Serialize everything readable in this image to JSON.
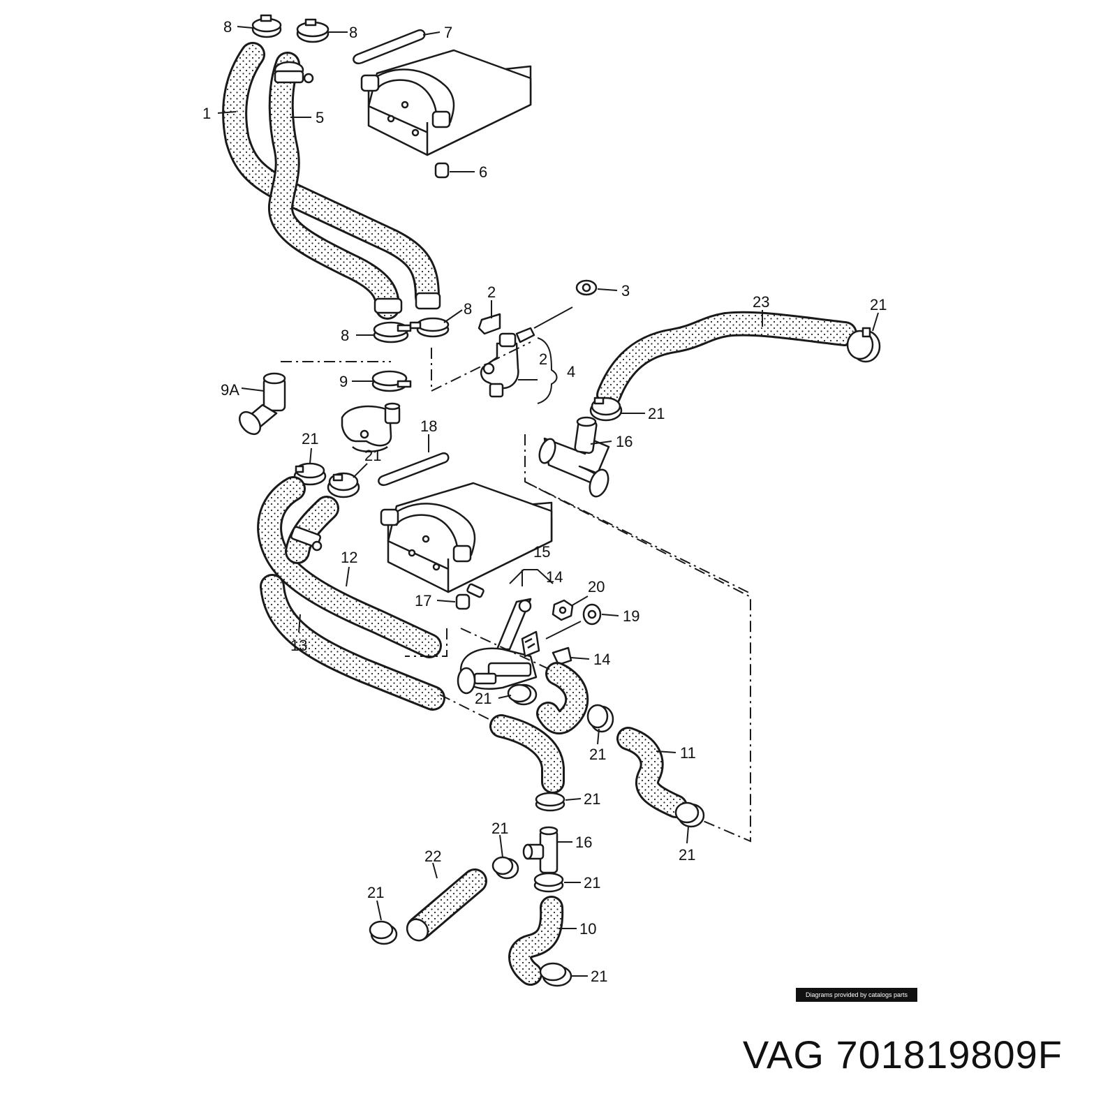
{
  "diagram": {
    "callouts": [
      {
        "id": "c8a",
        "text": "8"
      },
      {
        "id": "c8b",
        "text": "8"
      },
      {
        "id": "c7",
        "text": "7"
      },
      {
        "id": "c1",
        "text": "1"
      },
      {
        "id": "c5",
        "text": "5"
      },
      {
        "id": "c6",
        "text": "6"
      },
      {
        "id": "c3",
        "text": "3"
      },
      {
        "id": "c2a",
        "text": "2"
      },
      {
        "id": "c8c",
        "text": "8"
      },
      {
        "id": "c8d",
        "text": "8"
      },
      {
        "id": "c23",
        "text": "23"
      },
      {
        "id": "c21a",
        "text": "21"
      },
      {
        "id": "c2b",
        "text": "2"
      },
      {
        "id": "c4",
        "text": "4"
      },
      {
        "id": "c9a",
        "text": "9A"
      },
      {
        "id": "c9",
        "text": "9"
      },
      {
        "id": "c21b",
        "text": "21"
      },
      {
        "id": "c16a",
        "text": "16"
      },
      {
        "id": "c21c",
        "text": "21"
      },
      {
        "id": "c21d",
        "text": "21"
      },
      {
        "id": "c18",
        "text": "18"
      },
      {
        "id": "c15",
        "text": "15"
      },
      {
        "id": "c14a",
        "text": "14"
      },
      {
        "id": "c12",
        "text": "12"
      },
      {
        "id": "c20",
        "text": "20"
      },
      {
        "id": "c17",
        "text": "17"
      },
      {
        "id": "c19",
        "text": "19"
      },
      {
        "id": "c13",
        "text": "13"
      },
      {
        "id": "c14b",
        "text": "14"
      },
      {
        "id": "c21e",
        "text": "21"
      },
      {
        "id": "c21f",
        "text": "21"
      },
      {
        "id": "c11",
        "text": "11"
      },
      {
        "id": "c21g",
        "text": "21"
      },
      {
        "id": "c21h",
        "text": "21"
      },
      {
        "id": "c16b",
        "text": "16"
      },
      {
        "id": "c21i",
        "text": "21"
      },
      {
        "id": "c22",
        "text": "22"
      },
      {
        "id": "c21j",
        "text": "21"
      },
      {
        "id": "c21k",
        "text": "21"
      },
      {
        "id": "c10",
        "text": "10"
      },
      {
        "id": "c21l",
        "text": "21"
      }
    ]
  },
  "footer": {
    "credit": "Diagrams provided by catalogs parts",
    "part_number": "VAG 701819809F"
  }
}
